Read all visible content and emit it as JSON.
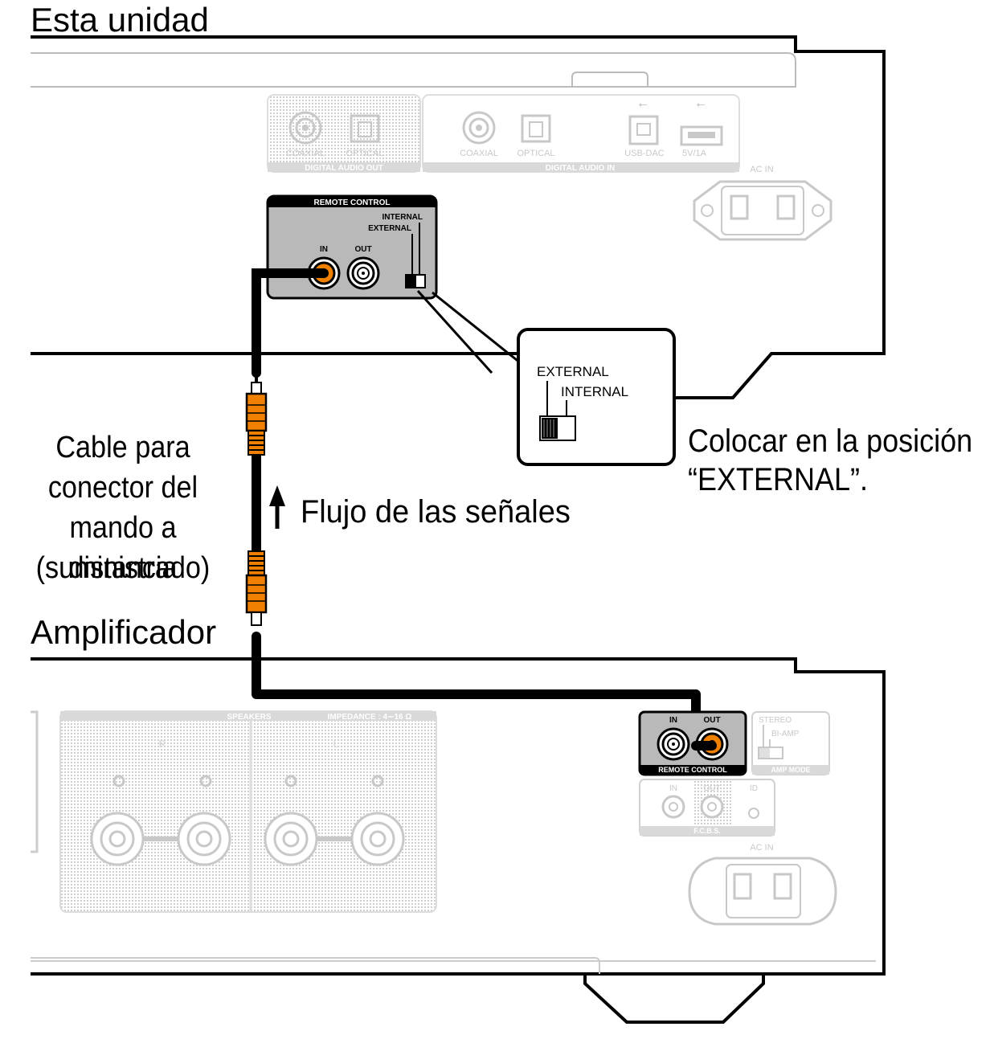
{
  "labels": {
    "unit_title": "Esta unidad",
    "amp_title": "Amplificador",
    "cable": [
      "Cable para",
      "conector del",
      "mando a distancia",
      "(suministrado)"
    ],
    "signal_flow": "Flujo de las señales",
    "instruction": [
      "Colocar en la posición",
      "“EXTERNAL”."
    ]
  },
  "unit_panel": {
    "digital_out": {
      "coaxial": "COAXIAL",
      "optical": "OPTICAL",
      "group": "DIGITAL AUDIO OUT"
    },
    "digital_in": {
      "coaxial": "COAXIAL",
      "optical": "OPTICAL",
      "usb_dac": "USB-DAC",
      "usb_power": "5V/1A",
      "group": "DIGITAL AUDIO IN"
    },
    "ac_in": "AC IN",
    "remote": {
      "title": "REMOTE CONTROL",
      "in": "IN",
      "out": "OUT",
      "internal": "INTERNAL",
      "external": "EXTERNAL"
    }
  },
  "zoom_switch": {
    "external": "EXTERNAL",
    "internal": "INTERNAL"
  },
  "amp_panel": {
    "speakers": "SPEAKERS",
    "impedance": "IMPEDANCE : 4∼16 Ω",
    "channel_r": "R",
    "channel_l": "L",
    "remote": {
      "title": "REMOTE CONTROL",
      "in": "IN",
      "out": "OUT"
    },
    "amp_mode": {
      "title": "AMP MODE",
      "stereo": "STEREO",
      "bi_amp": "BI-AMP"
    },
    "fcbs": {
      "title": "F.C.B.S.",
      "in": "IN",
      "out": "OUT",
      "id": "ID"
    },
    "ac_in": "AC IN"
  },
  "colors": {
    "accent_orange": "#F08000",
    "panel_gray": "#B9B9B9",
    "line": "#000000",
    "light_gray": "#C8C8C8"
  }
}
